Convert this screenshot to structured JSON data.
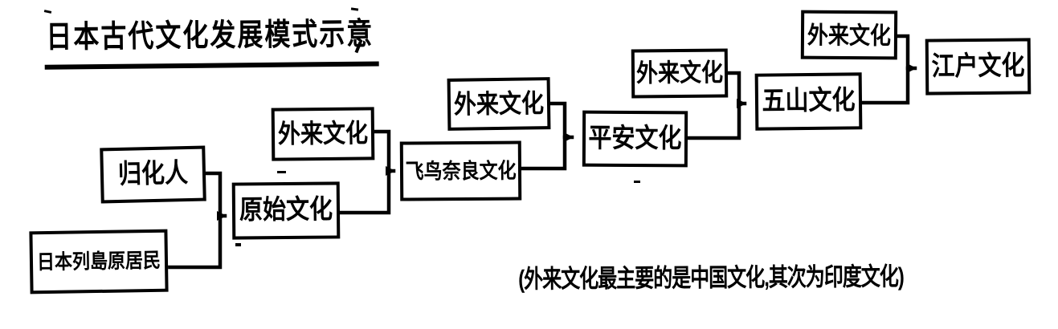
{
  "title": "日本古代文化发展模式示意",
  "note": "(外来文化最主要的是中国文化,其次为印度文化)",
  "colors": {
    "ink": "#000000",
    "background": "#ffffff"
  },
  "nodes": {
    "japan_natives": {
      "label": "日本列島原居民"
    },
    "naturalized": {
      "label": "归化人"
    },
    "primitive": {
      "label": "原始文化"
    },
    "foreign1": {
      "label": "外来文化"
    },
    "asuka_nara": {
      "label": "飞鸟奈良文化"
    },
    "foreign2": {
      "label": "外来文化"
    },
    "heian": {
      "label": "平安文化"
    },
    "foreign3": {
      "label": "外来文化"
    },
    "gozan": {
      "label": "五山文化"
    },
    "foreign4": {
      "label": "外来文化"
    },
    "edo": {
      "label": "江户文化"
    }
  },
  "edges": [
    {
      "from": "japan_natives",
      "to": "primitive"
    },
    {
      "from": "naturalized",
      "to": "primitive"
    },
    {
      "from": "primitive",
      "to": "asuka_nara"
    },
    {
      "from": "foreign1",
      "to": "asuka_nara"
    },
    {
      "from": "asuka_nara",
      "to": "heian"
    },
    {
      "from": "foreign2",
      "to": "heian"
    },
    {
      "from": "heian",
      "to": "gozan"
    },
    {
      "from": "foreign3",
      "to": "gozan"
    },
    {
      "from": "gozan",
      "to": "edo"
    },
    {
      "from": "foreign4",
      "to": "edo"
    }
  ]
}
